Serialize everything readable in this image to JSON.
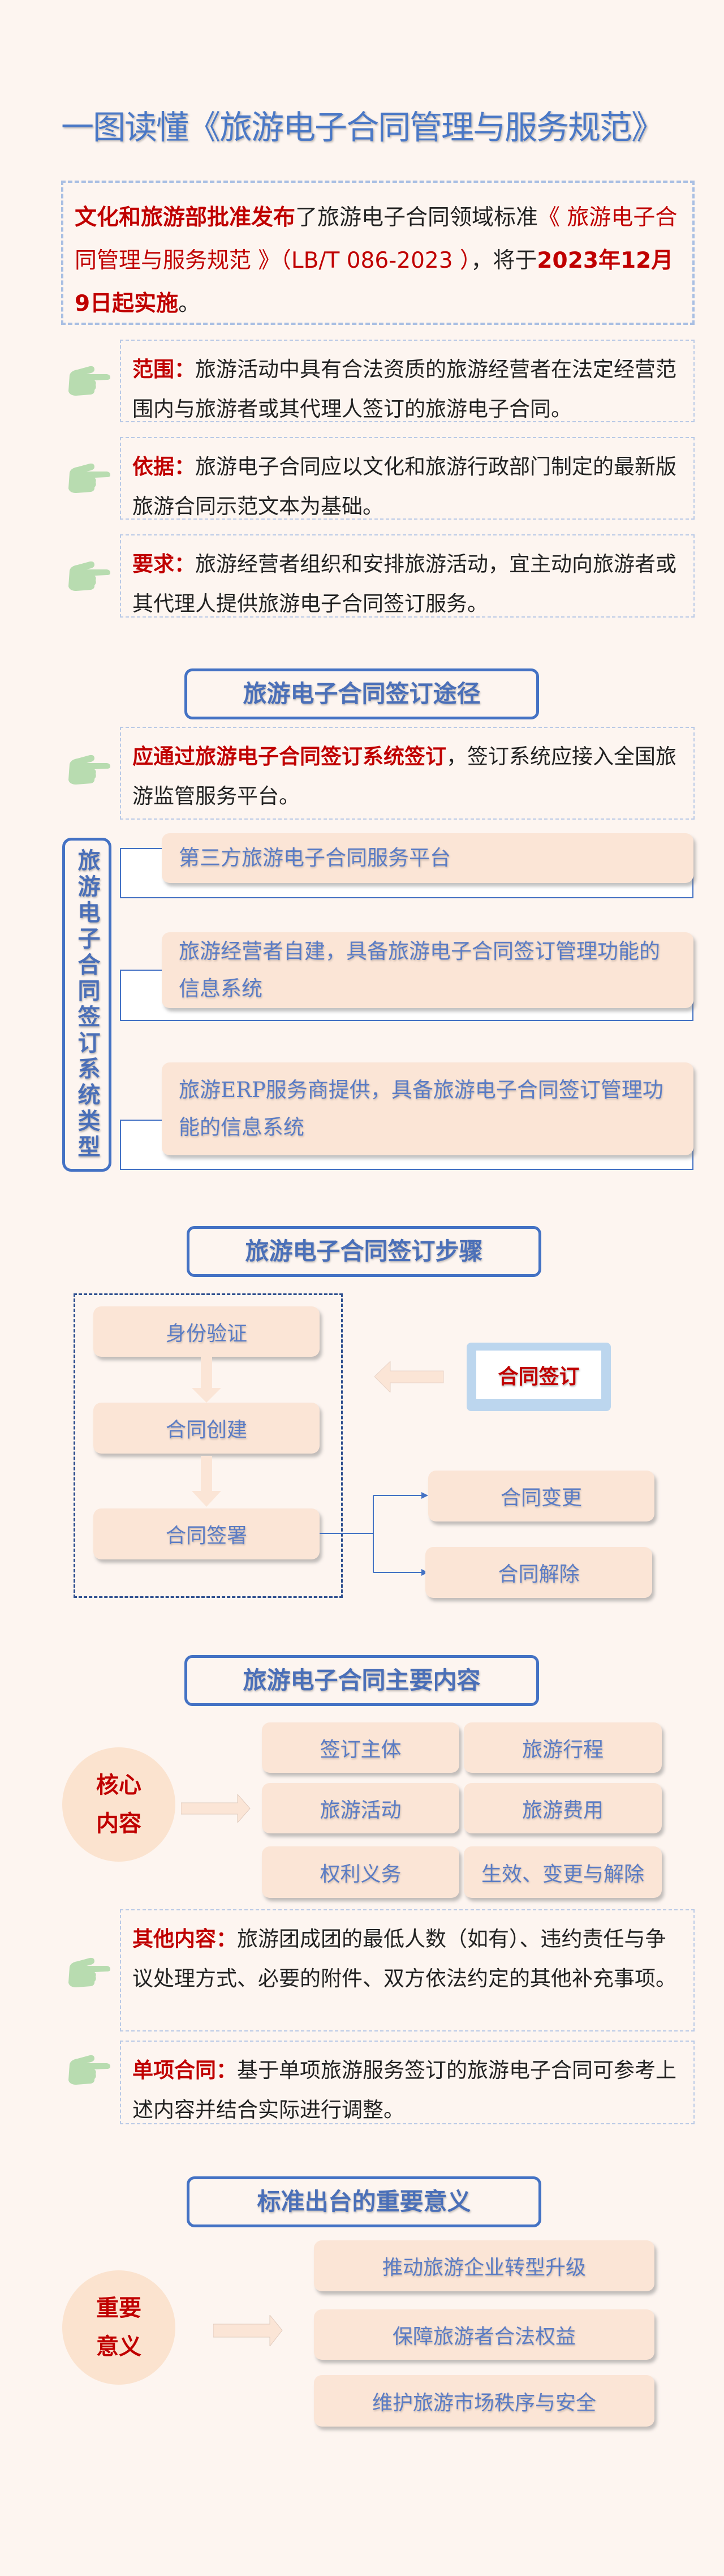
{
  "title": "一图读懂《旅游电子合同管理与服务规范》",
  "intro": {
    "lead": "文化和旅游部批准发布",
    "mid": "了旅游电子合同领域标准",
    "standard": "《 旅游电子合同管理与服务规范 》（LB/T 086-2023 ）",
    "mid2": "，将于",
    "date": "2023年12月9日起实施",
    "end": "。"
  },
  "notes": [
    {
      "label": "范围：",
      "text": "旅游活动中具有合法资质的旅游经营者在法定经营范围内与旅游者或其代理人签订的旅游电子合同。"
    },
    {
      "label": "依据：",
      "text": "旅游电子合同应以文化和旅游行政部门制定的最新版旅游合同示范文本为基础。"
    },
    {
      "label": "要求：",
      "text": "旅游经营者组织和安排旅游活动，宜主动向旅游者或其代理人提供旅游电子合同签订服务。"
    }
  ],
  "section_channels": {
    "header": "旅游电子合同签订途径",
    "note_label": "应通过旅游电子合同签订系统签订",
    "note_text": "，签订系统应接入全国旅游监管服务平台。",
    "types_label": "旅游电子合同签订系统类型",
    "types": [
      "第三方旅游电子合同服务平台",
      "旅游经营者自建，具备旅游电子合同签订管理功能的信息系统",
      "旅游ERP服务商提供，具备旅游电子合同签订管理功能的信息系统"
    ]
  },
  "section_steps": {
    "header": "旅游电子合同签订步骤",
    "steps": [
      "身份验证",
      "合同创建",
      "合同签署"
    ],
    "device_label": "合同签订",
    "branches": [
      "合同变更",
      "合同解除"
    ]
  },
  "section_content": {
    "header": "旅游电子合同主要内容",
    "core_label": [
      "核心",
      "内容"
    ],
    "core_items": [
      "签订主体",
      "旅游行程",
      "旅游活动",
      "旅游费用",
      "权利义务",
      "生效、变更与解除"
    ],
    "notes": [
      {
        "label": "其他内容：",
        "text": "旅游团成团的最低人数（如有）、违约责任与争议处理方式、必要的附件、双方依法约定的其他补充事项。"
      },
      {
        "label": "单项合同：",
        "text": "基于单项旅游服务签订的旅游电子合同可参考上述内容并结合实际进行调整。"
      }
    ]
  },
  "section_significance": {
    "header": "标准出台的重要意义",
    "circle_label": [
      "重要",
      "意义"
    ],
    "items": [
      "推动旅游企业转型升级",
      "保障旅游者合法权益",
      "维护旅游市场秩序与安全"
    ]
  },
  "colors": {
    "background": "#fdf5f0",
    "accent_blue": "#4472c4",
    "accent_red": "#c00000",
    "box_pink": "#fbe5d6",
    "hand_green": "#b8dcb0"
  }
}
